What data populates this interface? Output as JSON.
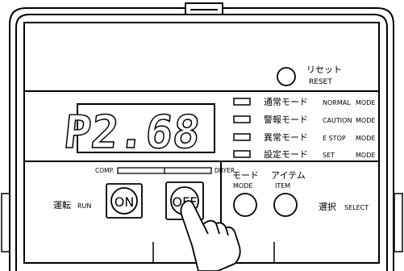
{
  "reset": {
    "jp": "リセット",
    "en": "RESET"
  },
  "display": {
    "value": "P2.68"
  },
  "modes": [
    {
      "jp": "通常モード",
      "en": "NORMAL",
      "mode": "MODE"
    },
    {
      "jp": "警報モード",
      "en": "CAUTION",
      "mode": "MODE"
    },
    {
      "jp": "異常モード",
      "en": "E STOP",
      "mode": "MODE"
    },
    {
      "jp": "設定モード",
      "en": "SET",
      "mode": "MODE"
    }
  ],
  "indicator": {
    "left": "COMP.",
    "right": "DRYER"
  },
  "run": {
    "jp": "運転",
    "en": "RUN",
    "on": "ON",
    "off": "OFF"
  },
  "mode_button": {
    "jp": "モード",
    "en": "MODE"
  },
  "item_button": {
    "jp": "アイテム",
    "en": "ITEM"
  },
  "select": {
    "jp": "選択",
    "en": "SELECT"
  }
}
